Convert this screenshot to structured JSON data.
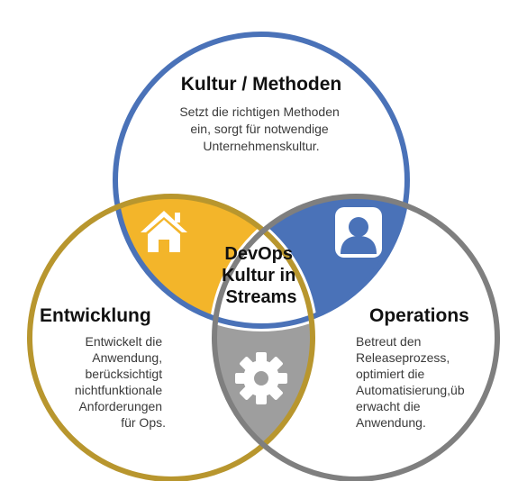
{
  "colors": {
    "top": "#4A72B8",
    "left": "#B8962E",
    "right": "#7F7F7F",
    "overlap_left": "#F3B52A",
    "overlap_right": "#4A72B8",
    "overlap_bottom": "#9E9E9E"
  },
  "top_circle": {
    "title": "Kultur / Methoden",
    "desc_lines": [
      "Setzt die richtigen Methoden",
      "ein, sorgt für notwendige",
      "Unternehmenskultur."
    ]
  },
  "left_circle": {
    "title": "Entwicklung",
    "desc_lines": [
      "Entwickelt die",
      "Anwendung,",
      "berücksichtigt",
      "nichtfunktionale",
      "Anforderungen",
      "für Ops."
    ]
  },
  "right_circle": {
    "title": "Operations",
    "desc_lines": [
      "Betreut den",
      "Releaseprozess,",
      "optimiert die",
      "Automatisierung,üb",
      "erwacht die",
      "Anwendung."
    ]
  },
  "center": {
    "lines": [
      "DevOps",
      "Kultur in",
      "Streams"
    ]
  },
  "icons": {
    "left_overlap": "house-icon",
    "right_overlap": "user-icon",
    "bottom_overlap": "gear-icon"
  }
}
